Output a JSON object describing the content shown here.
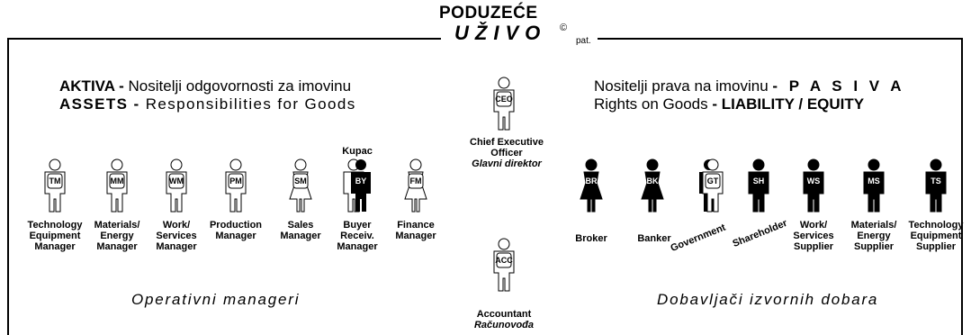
{
  "brand": {
    "line1": "PODUZEĆE",
    "line2": "UŽIVO",
    "copyright": "©",
    "pat": "pat."
  },
  "assets_header": {
    "hr_word": "AKTIVA -",
    "hr_rest": " Nositelji odgovornosti za imovinu",
    "en_word": "ASSETS -",
    "en_rest": " Responsibilities for Goods"
  },
  "liability_header": {
    "hr_rest": "Nositelji prava na imovinu ",
    "hr_word": "- P A S I V A",
    "en_rest": "Rights on Goods ",
    "en_word": "- LIABILITY / EQUITY"
  },
  "ceo": {
    "badge": "CEO",
    "title_en1": "Chief Executive",
    "title_en2": "Officer",
    "title_hr": "Glavni direktor"
  },
  "accountant": {
    "badge": "ACC",
    "title_en": "Accountant",
    "title_hr": "Računovođa"
  },
  "managers": [
    {
      "badge": "TM",
      "l1": "Technology",
      "l2": "Equipment",
      "l3": "Manager",
      "style": "outline"
    },
    {
      "badge": "MM",
      "l1": "Materials/",
      "l2": "Energy",
      "l3": "Manager",
      "style": "outline"
    },
    {
      "badge": "WM",
      "l1": "Work/",
      "l2": "Services",
      "l3": "Manager",
      "style": "outline"
    },
    {
      "badge": "PM",
      "l1": "Production",
      "l2": "Manager",
      "l3": "",
      "style": "outline"
    },
    {
      "badge": "SM",
      "l1": "Sales",
      "l2": "Manager",
      "l3": "",
      "style": "outline-female"
    },
    {
      "badge": "BY",
      "l1": "Buyer",
      "l2": "Receiv.",
      "l3": "Manager",
      "style": "half",
      "top_label": "Kupac"
    },
    {
      "badge": "FM",
      "l1": "Finance",
      "l2": "Manager",
      "l3": "",
      "style": "outline-female"
    }
  ],
  "suppliers": [
    {
      "badge": "BR",
      "l1": "Broker",
      "l2": "",
      "l3": "",
      "style": "solid-female"
    },
    {
      "badge": "BK",
      "l1": "Banker",
      "l2": "",
      "l3": "",
      "style": "solid-female"
    },
    {
      "badge": "GT",
      "l1": "Government",
      "style": "shadow"
    },
    {
      "badge": "SH",
      "l1": "Shareholder",
      "style": "solid"
    },
    {
      "badge": "WS",
      "l1": "Work/",
      "l2": "Services",
      "l3": "Supplier",
      "style": "solid"
    },
    {
      "badge": "MS",
      "l1": "Materials/",
      "l2": "Energy",
      "l3": "Supplier",
      "style": "solid"
    },
    {
      "badge": "TS",
      "l1": "Technology",
      "l2": "Equipment",
      "l3": "Supplier",
      "style": "solid"
    }
  ],
  "group_labels": {
    "left": "Operativni manageri",
    "right": "Dobavljači izvornih dobara"
  }
}
